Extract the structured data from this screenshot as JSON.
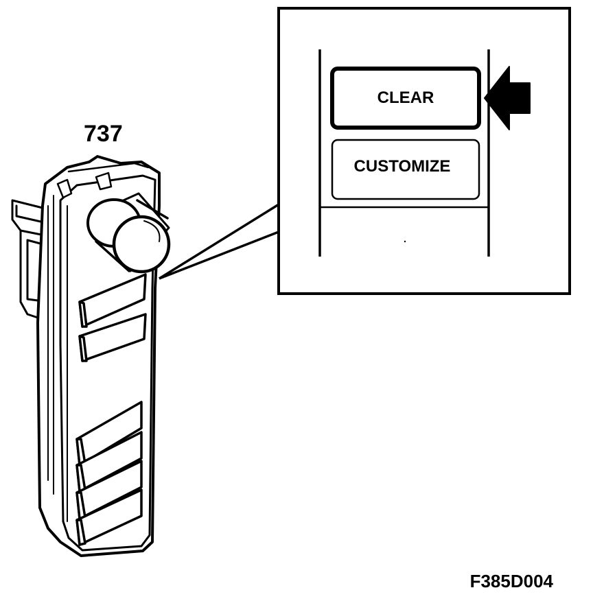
{
  "part_number": "737",
  "figure_code": "F385D004",
  "callout": {
    "buttons": [
      {
        "label": "CLEAR",
        "highlighted": true
      },
      {
        "label": "CUSTOMIZE",
        "highlighted": false
      }
    ],
    "arrow_points_to": "CLEAR"
  },
  "colors": {
    "ink": "#000000",
    "paper": "#ffffff"
  }
}
